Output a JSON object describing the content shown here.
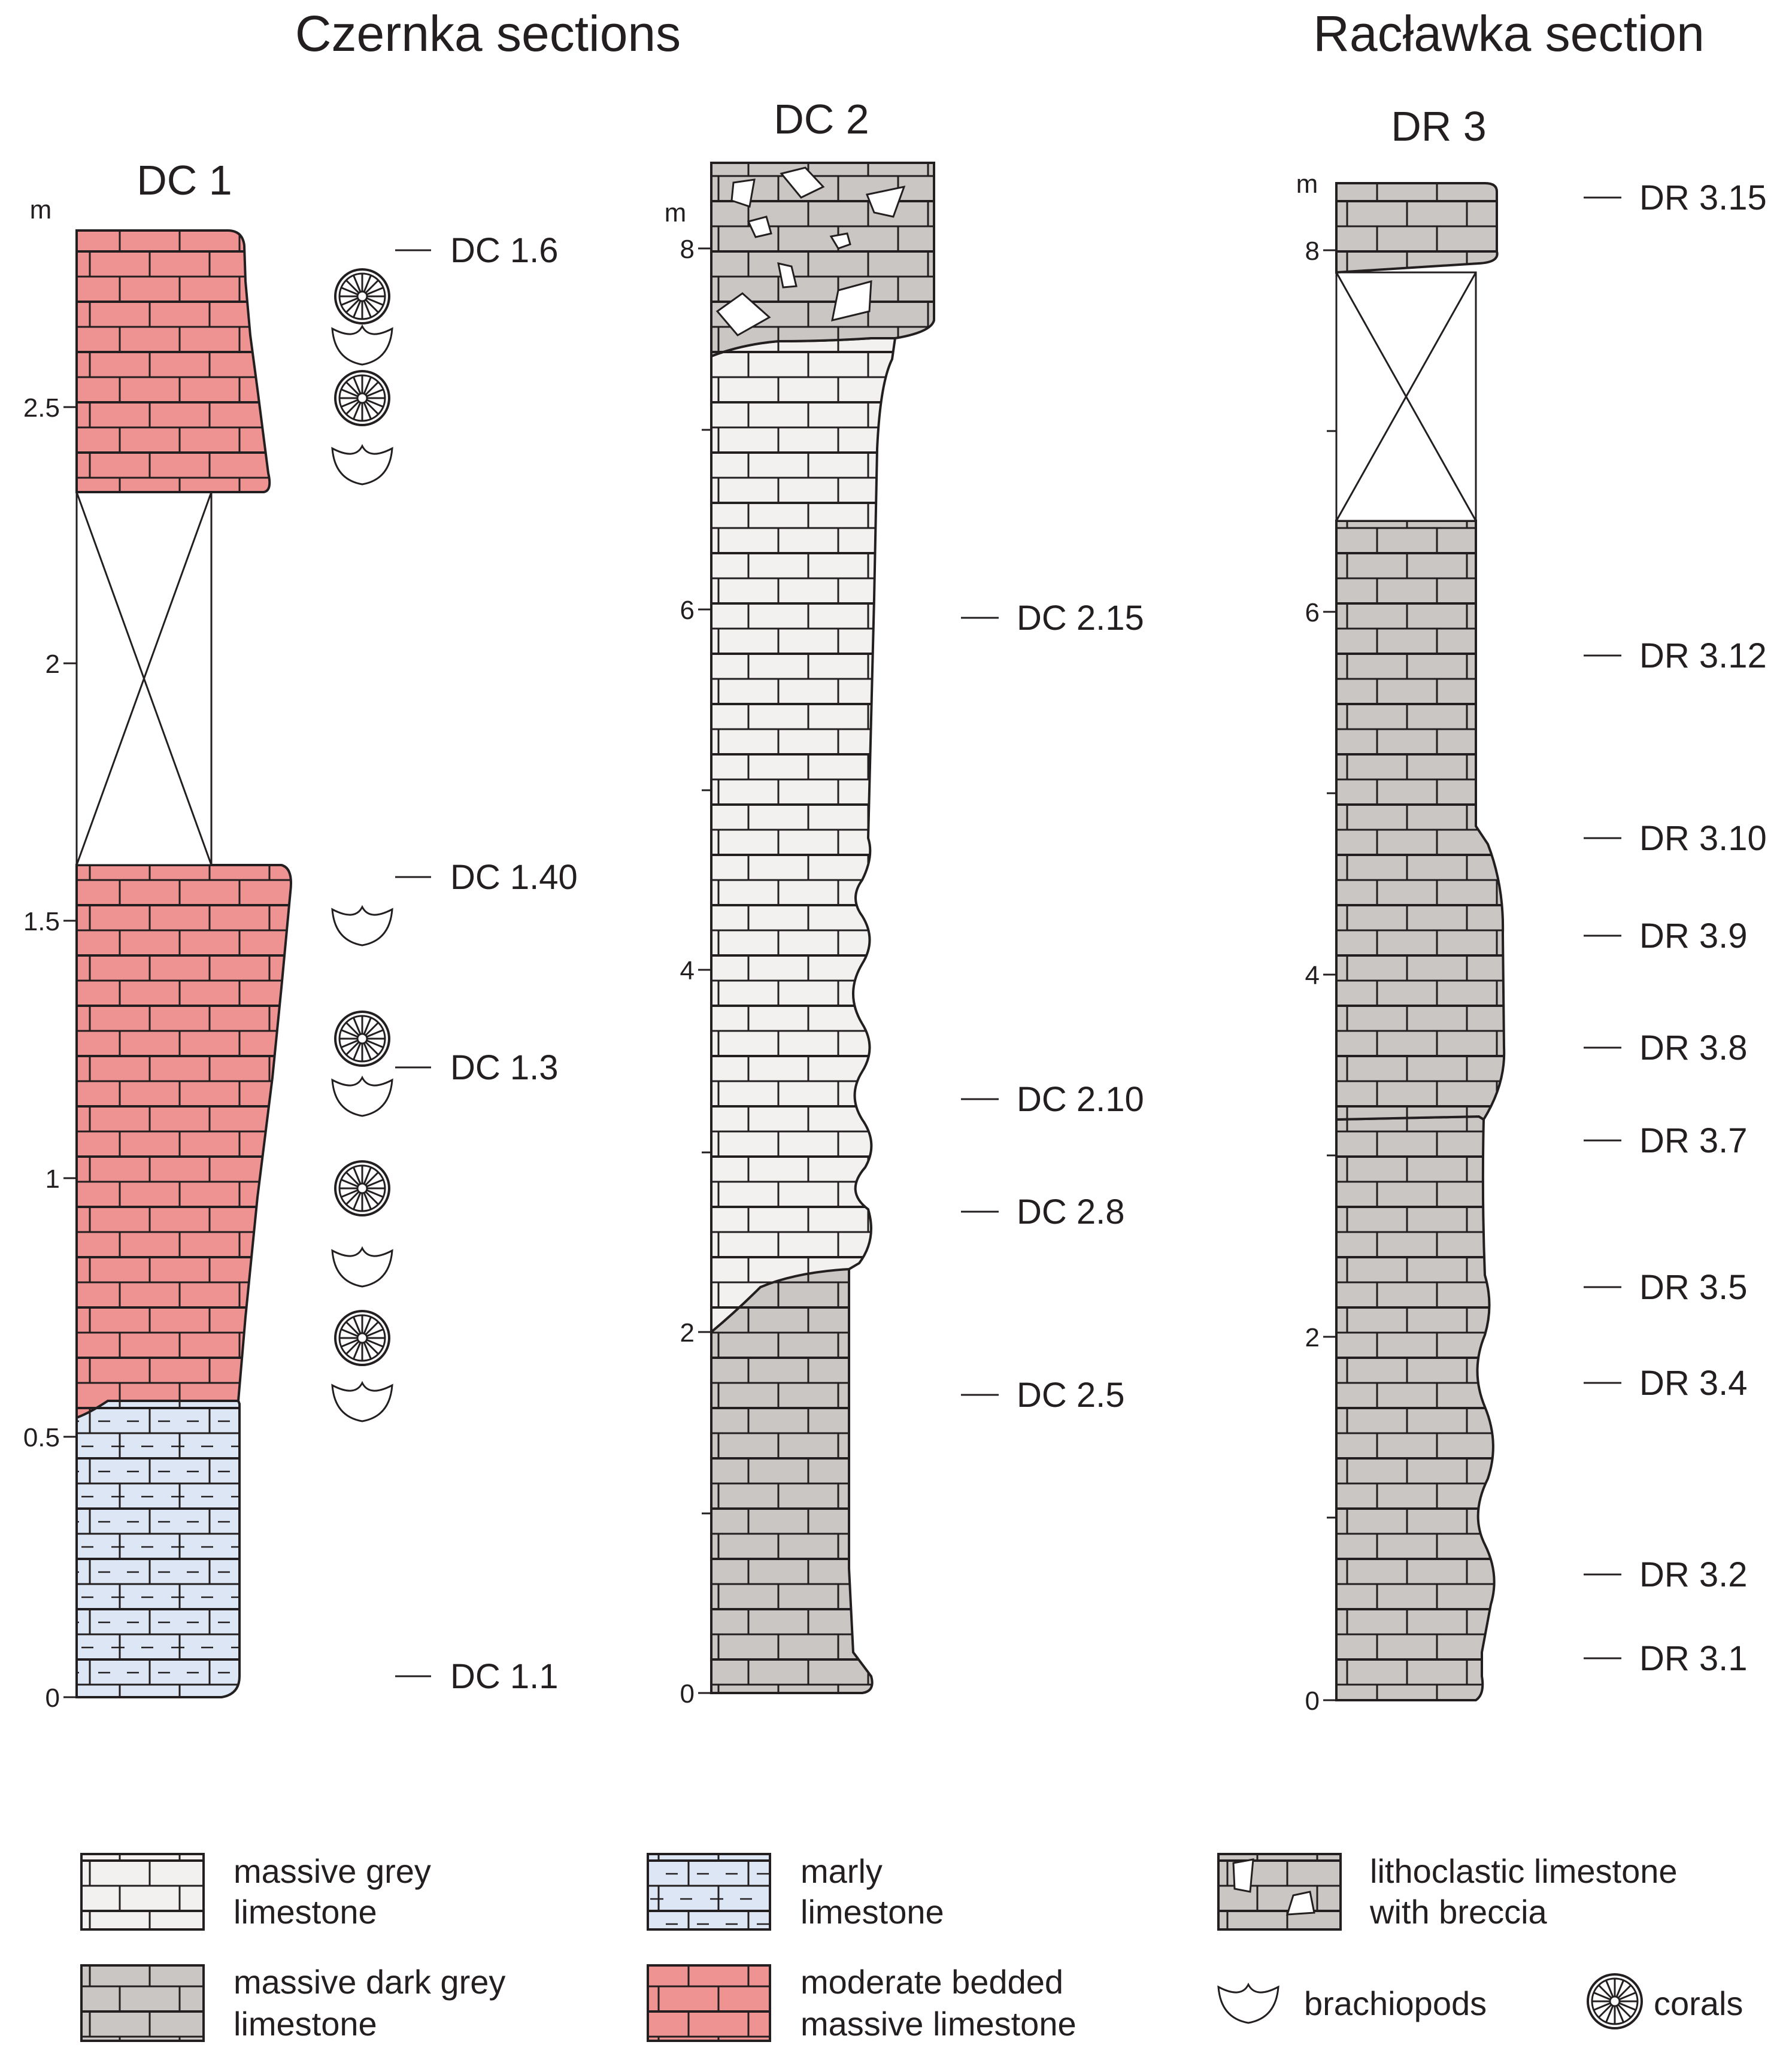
{
  "titles": {
    "czernka": "Czernka sections",
    "raclawka": "Racławka section"
  },
  "sections": {
    "dc1": {
      "label": "DC 1",
      "unit": "m",
      "ticks": [
        "0",
        "0.5",
        "1",
        "1.5",
        "2",
        "2.5"
      ],
      "samples": [
        "DC 1.6",
        "DC 1.40",
        "DC 1.3",
        "DC 1.1"
      ]
    },
    "dc2": {
      "label": "DC 2",
      "unit": "m",
      "ticks": [
        "0",
        "2",
        "4",
        "6",
        "8"
      ],
      "samples": [
        "DC 2.15",
        "DC 2.10",
        "DC 2.8",
        "DC 2.5"
      ]
    },
    "dr3": {
      "label": "DR 3",
      "unit": "m",
      "ticks": [
        "0",
        "2",
        "4",
        "6",
        "8"
      ],
      "samples": [
        "DR 3.15",
        "DR 3.12",
        "DR 3.10",
        "DR 3.9",
        "DR 3.8",
        "DR 3.7",
        "DR 3.5",
        "DR 3.4",
        "DR 3.2",
        "DR 3.1"
      ]
    }
  },
  "fossils_dc1": [
    "coral",
    "brachiopod",
    "coral",
    "brachiopod",
    "brachiopod",
    "coral",
    "brachiopod",
    "coral",
    "brachiopod",
    "coral",
    "brachiopod"
  ],
  "legend": {
    "grey": [
      "massive grey",
      "limestone"
    ],
    "marly": [
      "marly",
      "limestone"
    ],
    "litho": [
      "lithoclastic limestone",
      "with breccia"
    ],
    "dark": [
      "massive dark grey",
      "limestone"
    ],
    "red": [
      "moderate bedded",
      "massive limestone"
    ],
    "brachiopods": "brachiopods",
    "corals": "corals"
  },
  "colors": {
    "massive_grey": "#f2f1f0",
    "massive_dark_grey": "#c9c6c3",
    "marly": "#dce6f5",
    "moderate_bedded": "#ef9392",
    "lithoclastic": "#c9c6c3",
    "line": "#231f20"
  }
}
